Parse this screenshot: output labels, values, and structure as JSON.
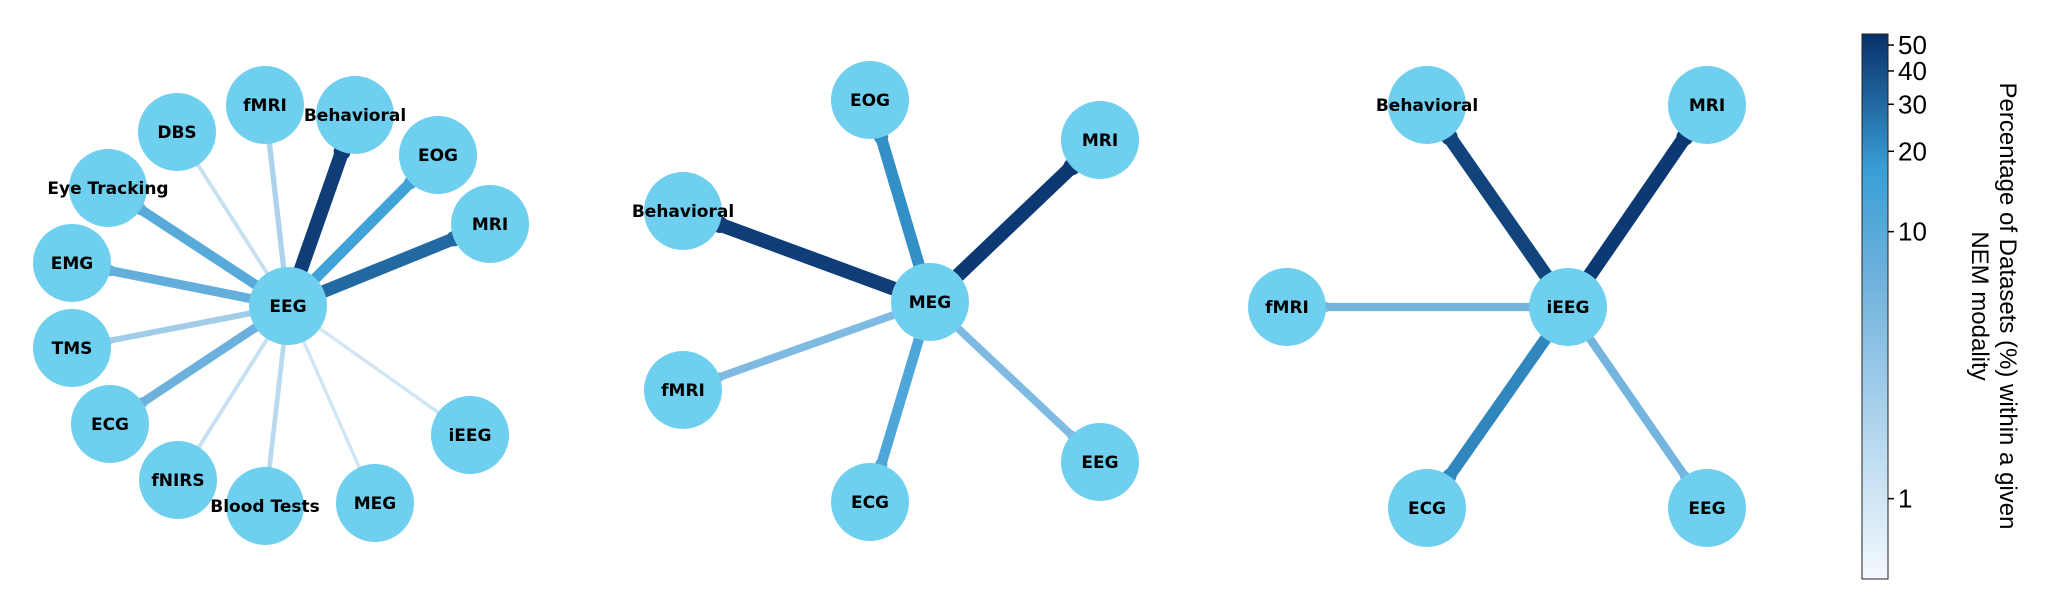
{
  "node_color": "#6fcfee",
  "networks": [
    {
      "center": "EEG",
      "edges": [
        {
          "target": "DBS",
          "percent": 1.2
        },
        {
          "target": "fMRI",
          "percent": 2.0
        },
        {
          "target": "Behavioral",
          "percent": 48
        },
        {
          "target": "EOG",
          "percent": 15
        },
        {
          "target": "MRI",
          "percent": 30
        },
        {
          "target": "Eye Tracking",
          "percent": 10
        },
        {
          "target": "EMG",
          "percent": 8
        },
        {
          "target": "TMS",
          "percent": 2.5
        },
        {
          "target": "ECG",
          "percent": 7
        },
        {
          "target": "fNIRS",
          "percent": 1.2
        },
        {
          "target": "Blood Tests",
          "percent": 1.6
        },
        {
          "target": "MEG",
          "percent": 1.0
        },
        {
          "target": "iEEG",
          "percent": 1.0
        }
      ]
    },
    {
      "center": "MEG",
      "edges": [
        {
          "target": "EOG",
          "percent": 20
        },
        {
          "target": "MRI",
          "percent": 50
        },
        {
          "target": "Behavioral",
          "percent": 48
        },
        {
          "target": "fMRI",
          "percent": 5
        },
        {
          "target": "EEG",
          "percent": 5
        },
        {
          "target": "ECG",
          "percent": 12
        }
      ]
    },
    {
      "center": "iEEG",
      "edges": [
        {
          "target": "Behavioral",
          "percent": 45
        },
        {
          "target": "MRI",
          "percent": 50
        },
        {
          "target": "fMRI",
          "percent": 6
        },
        {
          "target": "ECG",
          "percent": 22
        },
        {
          "target": "EEG",
          "percent": 6
        }
      ]
    }
  ],
  "colorbar": {
    "ticks": [
      "50",
      "40",
      "30",
      "20",
      "10",
      "1"
    ],
    "tick_values": [
      50,
      40,
      30,
      20,
      10,
      1
    ],
    "range": [
      0.5,
      55
    ],
    "scale": "log",
    "label_line1": "Percentage of Datasets (%) within a given",
    "label_line2": "NEM modality",
    "color_low": "#f4f9fe",
    "color_mid": "#3a9fd6",
    "color_high": "#08306b"
  }
}
